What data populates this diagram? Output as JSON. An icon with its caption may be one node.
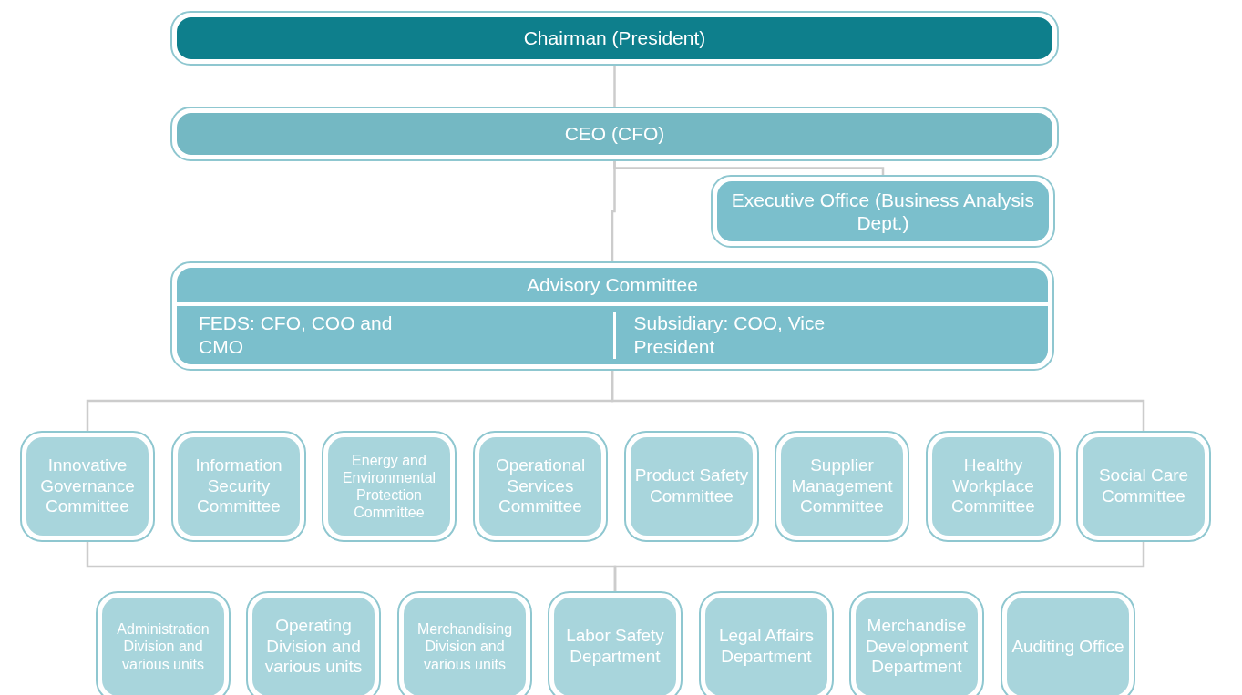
{
  "diagram": {
    "nodes": [
      {
        "text": [
          "Chairman  (President)"
        ]
      },
      {
        "text": [
          "CEO  (CFO)"
        ]
      },
      {
        "text": [
          "Executive Office (Business Analysis Dept.)"
        ]
      },
      {
        "text": [
          "Advisory Committee",
          "FEDS: CFO, COO and CMO",
          "Subsidiary: COO, Vice President"
        ]
      },
      {
        "text": [
          "Innovative Governance Committee"
        ]
      },
      {
        "text": [
          "Information Security Committee"
        ]
      },
      {
        "text": [
          "Energy and Environmental Protection Committee"
        ]
      },
      {
        "text": [
          "Operational Services Committee"
        ]
      },
      {
        "text": [
          "Product Safety Committee"
        ]
      },
      {
        "text": [
          "Supplier Management Committee"
        ]
      },
      {
        "text": [
          "Healthy Workplace Committee"
        ]
      },
      {
        "text": [
          "Social Care Committee"
        ]
      },
      {
        "text": [
          "Administration Division and various units"
        ]
      },
      {
        "text": [
          "Operating Division and various units"
        ]
      },
      {
        "text": [
          "Merchandising Division and various units"
        ]
      },
      {
        "text": [
          "Labor Safety Department"
        ]
      },
      {
        "text": [
          "Legal Affairs Department"
        ]
      },
      {
        "text": [
          "Merchandise Development Department"
        ]
      },
      {
        "text": [
          "Auditing Office"
        ]
      }
    ],
    "edges": [
      {
        "from": 0,
        "to": 1,
        "arrow": "none"
      },
      {
        "from": 1,
        "to": 3,
        "arrow": "none"
      },
      {
        "from": 1,
        "to": 2,
        "arrow": "none"
      },
      {
        "from": 3,
        "to": 4,
        "arrow": "none"
      },
      {
        "from": 3,
        "to": 11,
        "arrow": "none"
      },
      {
        "from": 4,
        "to": 15,
        "arrow": "none"
      },
      {
        "from": 11,
        "to": 15,
        "arrow": "none"
      }
    ]
  }
}
